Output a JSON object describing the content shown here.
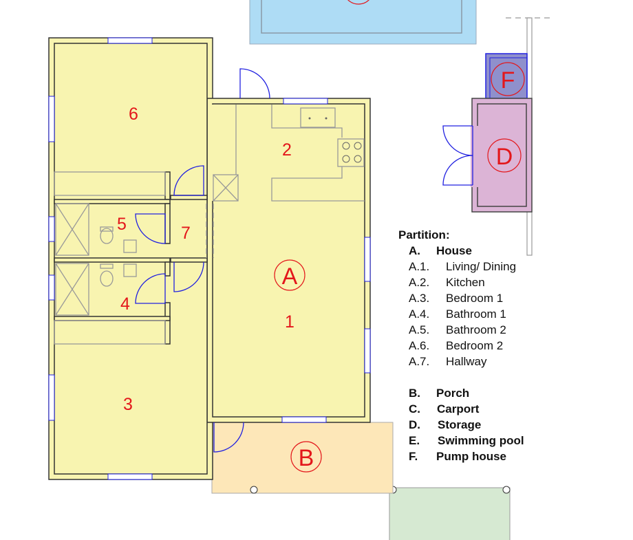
{
  "plan": {
    "rooms": {
      "living": "1",
      "kitchen": "2",
      "bedroom1": "3",
      "bathroom1": "4",
      "bathroom2": "5",
      "bedroom2": "6",
      "hallway": "7"
    },
    "zones": {
      "house": "A",
      "porch": "B",
      "storage": "D",
      "pump_house": "F"
    },
    "colors": {
      "house": "#f8f4b0",
      "porch": "#fde7b8",
      "carport": "#d6e9d2",
      "pool": "#aedcf5",
      "storage": "#dcb4d6",
      "pump_house": "#8f90cc",
      "door": "#2020e0",
      "label": "#e3171b"
    }
  },
  "legend": {
    "title": "Partition:",
    "house": {
      "code": "A.",
      "label": "House"
    },
    "sub_items": [
      {
        "code": "A.1.",
        "label": "Living/ Dining"
      },
      {
        "code": "A.2.",
        "label": "Kitchen"
      },
      {
        "code": "A.3.",
        "label": "Bedroom 1"
      },
      {
        "code": "A.4.",
        "label": "Bathroom 1"
      },
      {
        "code": "A.5.",
        "label": "Bathroom 2"
      },
      {
        "code": "A.6.",
        "label": "Bedroom 2"
      },
      {
        "code": "A.7.",
        "label": "Hallway"
      }
    ],
    "other_items": [
      {
        "code": "B.",
        "label": "Porch"
      },
      {
        "code": "C.",
        "label": "Carport"
      },
      {
        "code": "D.",
        "label": "Storage"
      },
      {
        "code": "E.",
        "label": "Swimming pool"
      },
      {
        "code": "F.",
        "label": "Pump house"
      }
    ]
  }
}
